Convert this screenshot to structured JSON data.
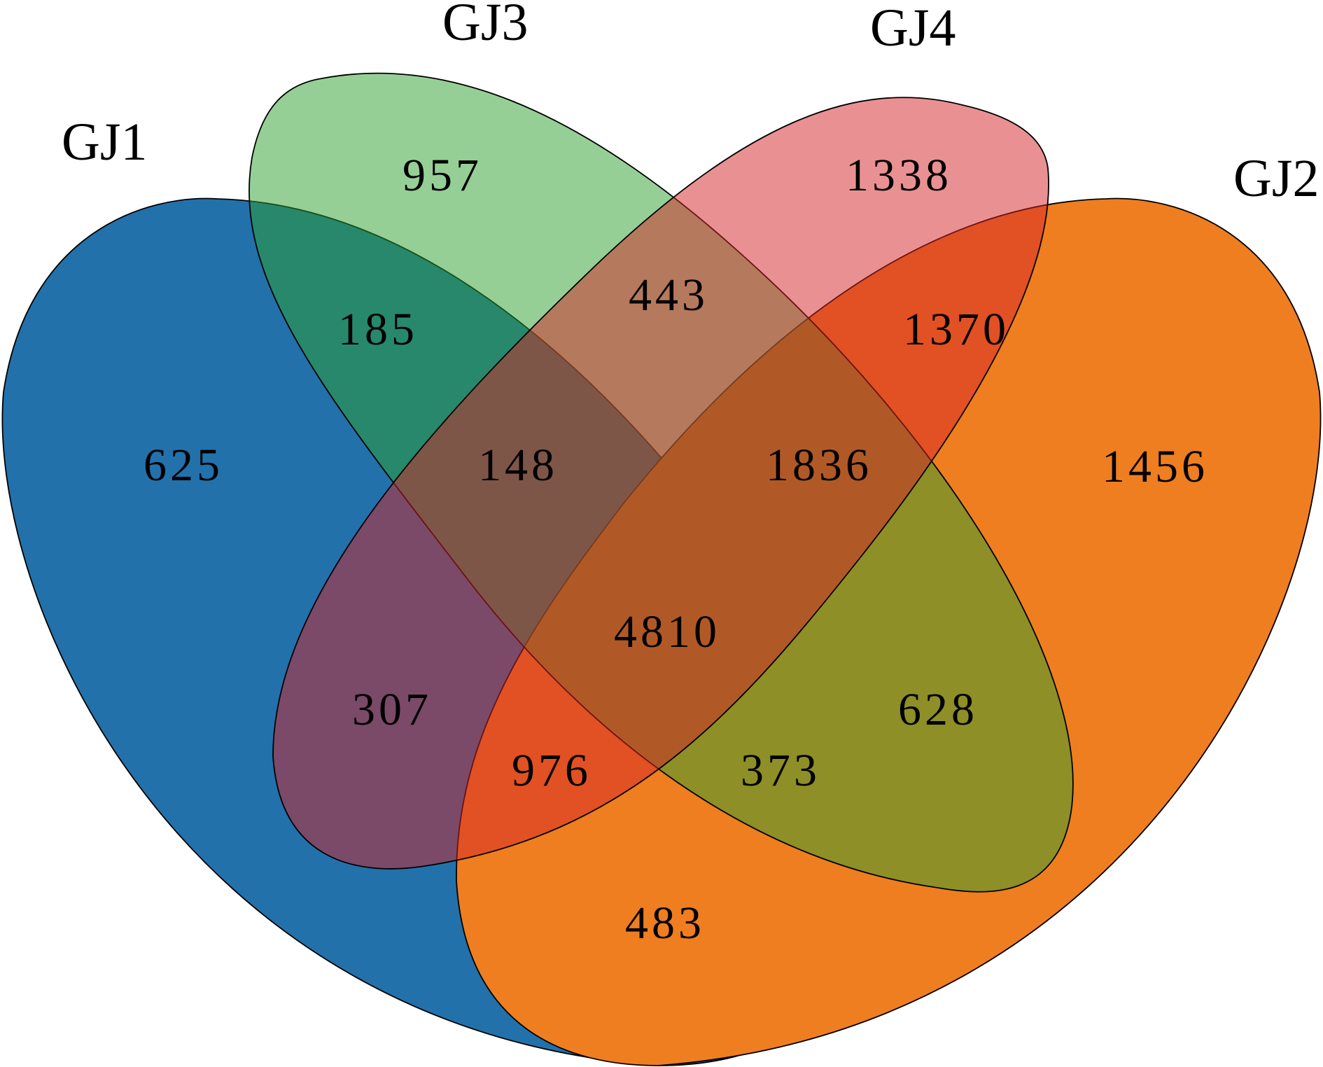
{
  "sets": [
    {
      "id": "GJ1",
      "label": "GJ1",
      "color": "#2271ab",
      "opacity": 1.0
    },
    {
      "id": "GJ2",
      "label": "GJ2",
      "color": "#ee7e20",
      "opacity": 1.0
    },
    {
      "id": "GJ3",
      "label": "GJ3",
      "color": "#2ea02c",
      "opacity": 0.5
    },
    {
      "id": "GJ4",
      "label": "GJ4",
      "color": "#d42426",
      "opacity": 0.5
    }
  ],
  "regions": [
    {
      "sets": [
        "GJ1"
      ],
      "count": "625"
    },
    {
      "sets": [
        "GJ3"
      ],
      "count": "957"
    },
    {
      "sets": [
        "GJ4"
      ],
      "count": "1338"
    },
    {
      "sets": [
        "GJ2"
      ],
      "count": "1456"
    },
    {
      "sets": [
        "GJ1",
        "GJ3"
      ],
      "count": "185"
    },
    {
      "sets": [
        "GJ3",
        "GJ4"
      ],
      "count": "443"
    },
    {
      "sets": [
        "GJ4",
        "GJ2"
      ],
      "count": "1370"
    },
    {
      "sets": [
        "GJ1",
        "GJ3",
        "GJ4"
      ],
      "count": "148"
    },
    {
      "sets": [
        "GJ3",
        "GJ4",
        "GJ2"
      ],
      "count": "1836"
    },
    {
      "sets": [
        "GJ1",
        "GJ2",
        "GJ3",
        "GJ4"
      ],
      "count": "4810"
    },
    {
      "sets": [
        "GJ1",
        "GJ4"
      ],
      "count": "307"
    },
    {
      "sets": [
        "GJ3",
        "GJ2"
      ],
      "count": "628"
    },
    {
      "sets": [
        "GJ1",
        "GJ2",
        "GJ4"
      ],
      "count": "976"
    },
    {
      "sets": [
        "GJ1",
        "GJ2",
        "GJ3"
      ],
      "count": "373"
    },
    {
      "sets": [
        "GJ1",
        "GJ2"
      ],
      "count": "483"
    }
  ]
}
